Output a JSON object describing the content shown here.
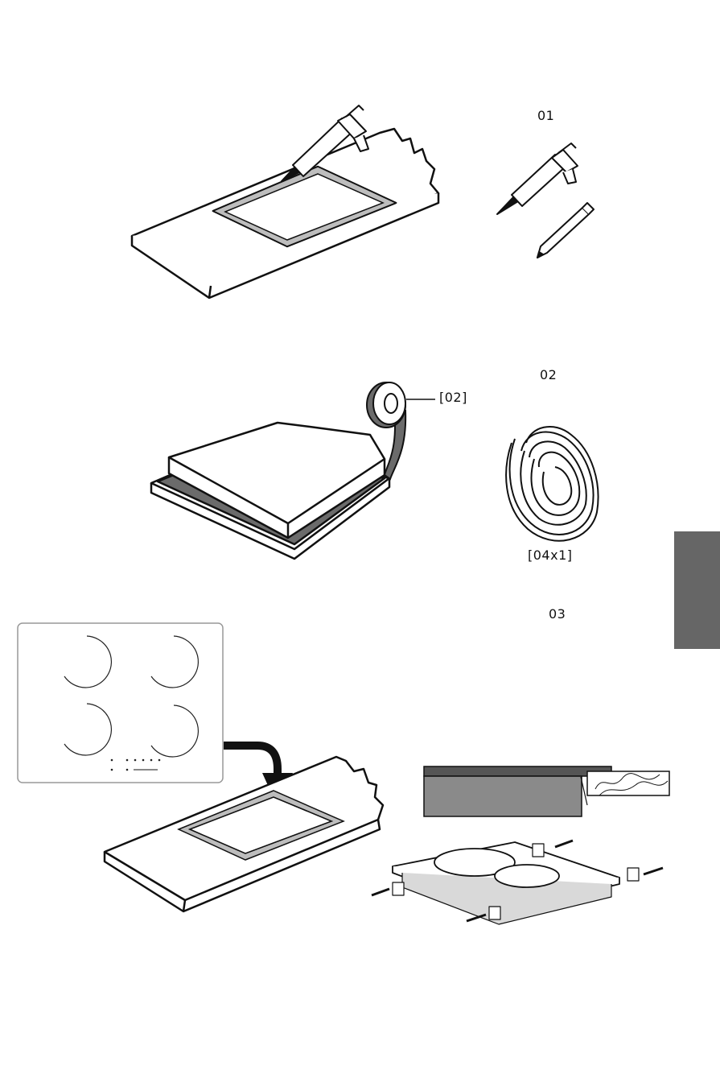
{
  "colors": {
    "ink": "#111111",
    "tab": "#666666",
    "tape": "#6b6b6b",
    "hob_side": "#8a8a8a"
  },
  "steps": [
    {
      "number": "01"
    },
    {
      "number": "02",
      "callout": "[02]",
      "part_label": "[04x1]"
    },
    {
      "number": "03"
    }
  ]
}
